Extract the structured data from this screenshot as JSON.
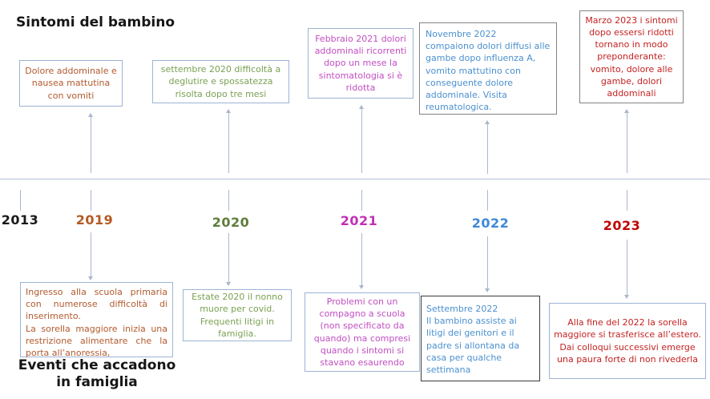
{
  "page": {
    "top_section_title": "Sintomi del bambino",
    "bottom_section_title": "Eventi che accadono\nin famiglia"
  },
  "colors": {
    "orange": "#b25a2e",
    "green": "#7aa152",
    "magenta": "#c24ec2",
    "blue": "#4b90cf",
    "red": "#c42222",
    "timeline_line": "#b4c1d6",
    "box_border_light_blue": "#9db4d4",
    "box_border_gray": "#838383",
    "box_border_dark": "#3a3a3a"
  },
  "timeline": {
    "years": [
      {
        "label": "2013",
        "color": "#1a1a1a"
      },
      {
        "label": "2019",
        "color": "#b45a22"
      },
      {
        "label": "2020",
        "color": "#5e7d3b"
      },
      {
        "label": "2021",
        "color": "#c230b5"
      },
      {
        "label": "2022",
        "color": "#4089d8"
      },
      {
        "label": "2023",
        "color": "#c00404"
      }
    ]
  },
  "symptom_boxes": [
    {
      "year": "2019",
      "color": "#b25a2e",
      "text": "Dolore addominale e nausea mattutina con vomiti"
    },
    {
      "year": "2020",
      "color": "#7aa152",
      "text": "settembre 2020  difficoltà a deglutire e spossatezza risolta dopo tre mesi"
    },
    {
      "year": "2021",
      "color": "#c24ec2",
      "text": "Febbraio 2021  dolori addominali ricorrenti dopo un mese la sintomatologia si è ridotta"
    },
    {
      "year": "2022",
      "color": "#4b90cf",
      "text": "Novembre 2022\ncompaiono dolori diffusi alle gambe dopo influenza A, vomito mattutino con conseguente dolore addominale. Visita reumatologica."
    },
    {
      "year": "2023",
      "color": "#c42222",
      "text": "Marzo 2023 i sintomi dopo essersi ridotti tornano in modo preponderante: vomito, dolore alle gambe, dolori addominali"
    }
  ],
  "family_event_boxes": [
    {
      "year": "2019",
      "color": "#b25a2e",
      "text": "Ingresso alla scuola primaria con numerose difficoltà di inserimento.\nLa sorella maggiore inizia una restrizione alimentare che la porta all’anoressia,"
    },
    {
      "year": "2020",
      "color": "#7aa152",
      "text": "Estate 2020 il nonno muore per covid. Frequenti litigi  in famiglia."
    },
    {
      "year": "2021",
      "color": "#c24ec2",
      "text": "Problemi con un compagno a scuola (non specificato da quando) ma compresi quando i sintomi si stavano esaurendo"
    },
    {
      "year": "2022",
      "color": "#4b90cf",
      "text": "Settembre 2022\nIl bambino assiste ai litigi dei genitori e il padre si allontana da casa per qualche settimana"
    },
    {
      "year": "2023",
      "color": "#c42222",
      "text": "Alla fine del 2022 la sorella maggiore si trasferisce all’estero. Dai colloqui successivi emerge una paura forte di non rivederla"
    }
  ]
}
